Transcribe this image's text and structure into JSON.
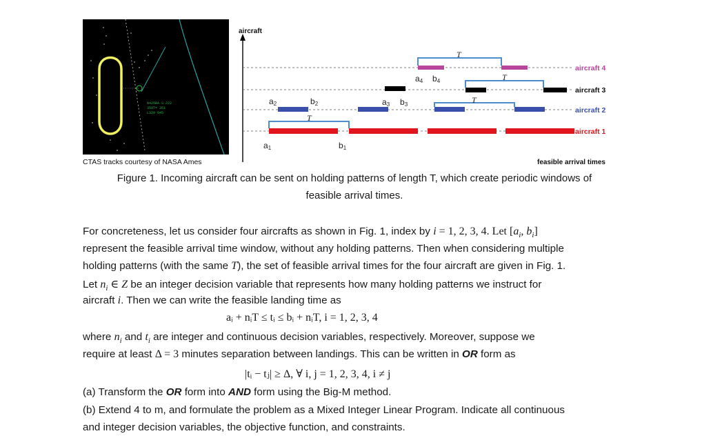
{
  "figure": {
    "radar_text": [
      "N425RA S 222",
      "350T= 351",
      "L320 945"
    ],
    "credit": "CTAS tracks courtesy of NASA Ames",
    "axis_y": "aircraft",
    "axis_x": "feasible arrival times",
    "rows": [
      "aircraft 4",
      "aircraft 3",
      "aircraft 2",
      "aircraft 1"
    ],
    "labels": {
      "a1": "a",
      "a1s": "1",
      "b1": "b",
      "b1s": "1",
      "a2": "a",
      "a2s": "2",
      "b2": "b",
      "b2s": "2",
      "a3": "a",
      "a3s": "3",
      "b3": "b",
      "b3s": "3",
      "a4": "a",
      "a4s": "4",
      "b4": "b",
      "b4s": "4",
      "T": "T"
    },
    "colors": {
      "aircraft1": "#e0151d",
      "aircraft2": "#3a4faa",
      "aircraft3": "#000000",
      "aircraft4": "#b8459c",
      "bracket": "#4d8ccf",
      "radar_track": "#f0f060"
    }
  },
  "caption_line1": "Figure 1. Incoming aircraft can be sent on holding patterns of length T, which create periodic windows of",
  "caption_line2": "feasible arrival times.",
  "text": {
    "p1_a": "For concreteness, let us consider four aircrafts as shown in Fig. 1, index by",
    "p1_i": "i",
    "p1_eq": " = 1, 2, 3, 4. Let [",
    "p1_ai": "a",
    "p1_ai_sub": "i",
    "p1_comma": ", ",
    "p1_bi": "b",
    "p1_bi_sub": "i",
    "p1_close": "]",
    "p1_b": "represent the feasible arrival time window, without any holding patterns. Then when considering multiple",
    "p1_c1": "holding patterns (with the same ",
    "p1_T": "T",
    "p1_c2": "), the set of feasible arrival times for the four aircraft are given in Fig. 1.",
    "p1_d1": "Let ",
    "p1_n": "n",
    "p1_n_sub": "i",
    "p1_in": " ∈ ",
    "p1_Z": "Z",
    "p1_d2": " be an integer decision variable that represents how many holding patterns we instruct for",
    "p1_e1": "aircraft ",
    "p1_e_i": "i",
    "p1_e2": ". Then we can write the feasible landing time as",
    "eq1": "aᵢ + nᵢT  ≤  tᵢ  ≤  bᵢ + nᵢT,        i  =  1, 2, 3, 4",
    "p2_a1": "where ",
    "p2_n": "n",
    "p2_n_sub": "i",
    "p2_a2": " and ",
    "p2_t": "t",
    "p2_t_sub": "i",
    "p2_a3": " are integer and continuous decision variables, respectively. Moreover, suppose we",
    "p2_b1": "require at least ",
    "p2_delta": "Δ = 3",
    "p2_b2": " minutes separation between landings. This can be written in ",
    "p2_or": "OR",
    "p2_b3": " form as",
    "eq2": "|tᵢ − tⱼ| ≥ Δ,        ∀ i, j  =  1, 2, 3, 4,        i ≠ j",
    "qa_1": "(a) Transform the ",
    "qa_or": "OR",
    "qa_2": " form into ",
    "qa_and": "AND",
    "qa_3": " form using the Big-M method.",
    "qb_1": "(b) Extend 4 to m, and formulate the problem as a Mixed Integer Linear Program. Indicate all continuous",
    "qb_2": "and integer decision variables, the objective function, and constraints."
  }
}
